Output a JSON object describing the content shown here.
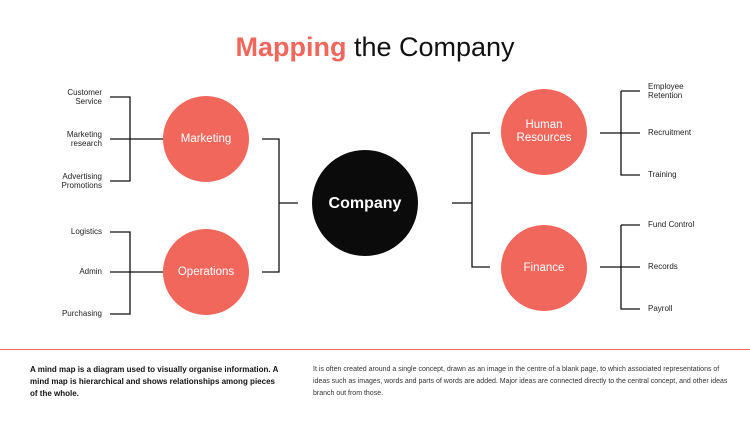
{
  "title": {
    "accent": "Mapping",
    "rest": " the Company"
  },
  "central": "Company",
  "branches": {
    "marketing": {
      "label": "Marketing",
      "leaves": [
        "Customer Service",
        "Marketing research",
        "Advertising Promotions"
      ]
    },
    "operations": {
      "label": "Operations",
      "leaves": [
        "Logistics",
        "Admin",
        "Purchasing"
      ]
    },
    "hr": {
      "label": "Human Resources",
      "leaves": [
        "Employee Retention",
        "Recruitment",
        "Training"
      ]
    },
    "finance": {
      "label": "Finance",
      "leaves": [
        "Fund Control",
        "Records",
        "Payroll"
      ]
    }
  },
  "colors": {
    "accent": "#f2675c",
    "central": "#0b0b0b"
  },
  "footer": {
    "left": "A mind map is a diagram used to visually organise information. A mind map is hierarchical and shows relationships among pieces of the whole.",
    "right": "It is often created around a single concept, drawn as an image in the centre of a blank page, to which associated representations of ideas such as images, words and parts of words are added. Major ideas are connected directly to the central concept, and other ideas branch out from those."
  }
}
